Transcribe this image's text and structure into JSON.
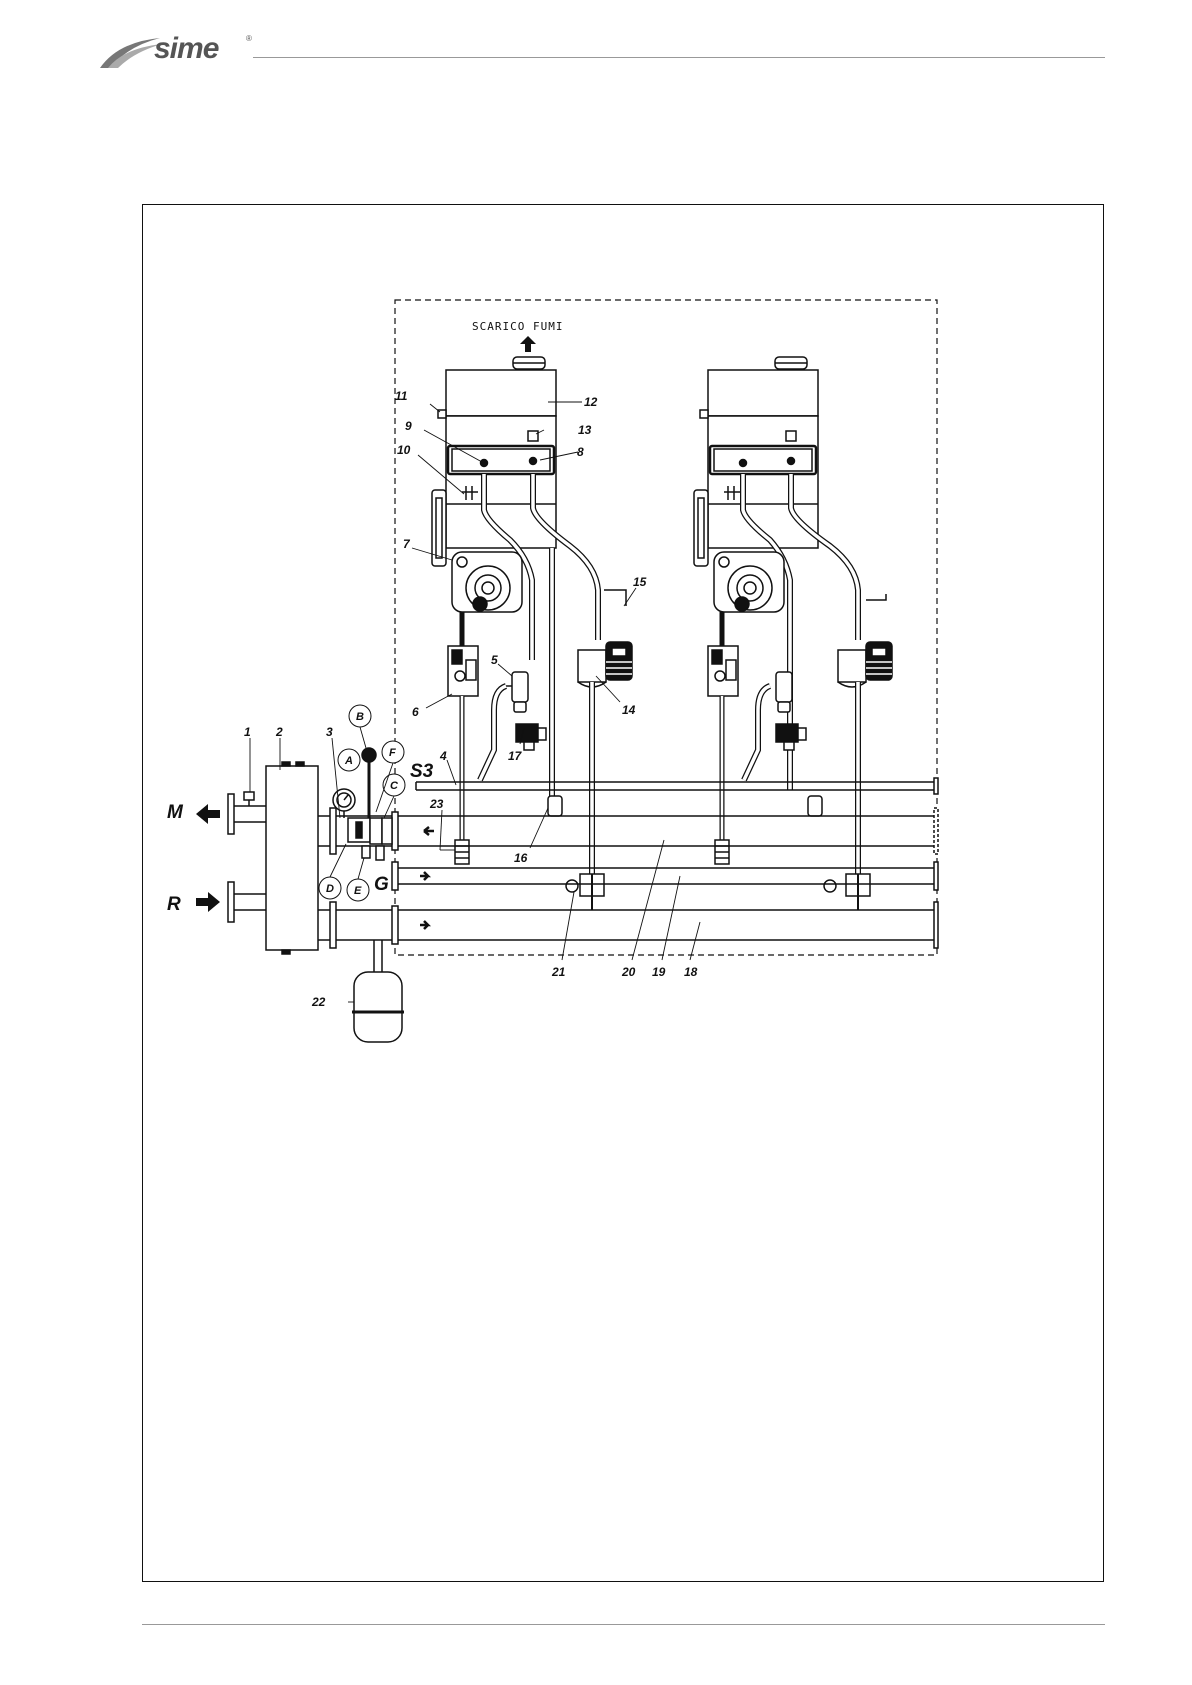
{
  "brand": {
    "name": "sime",
    "reg": "®"
  },
  "diagram": {
    "caption": "SCARICO FUMI",
    "big_labels": {
      "M": "M",
      "R": "R",
      "S3": "S3",
      "G": "G"
    },
    "circle_labels": {
      "A": "A",
      "B": "B",
      "C": "C",
      "D": "D",
      "E": "E",
      "F": "F"
    },
    "numbers": {
      "n1": "1",
      "n2": "2",
      "n3": "3",
      "n4": "4",
      "n5": "5",
      "n6": "6",
      "n7": "7",
      "n8": "8",
      "n9": "9",
      "n10": "10",
      "n11": "11",
      "n12": "12",
      "n13": "13",
      "n14": "14",
      "n15": "15",
      "n16": "16",
      "n17": "17",
      "n18": "18",
      "n19": "19",
      "n20": "20",
      "n21": "21",
      "n22": "22",
      "n23": "23"
    }
  }
}
